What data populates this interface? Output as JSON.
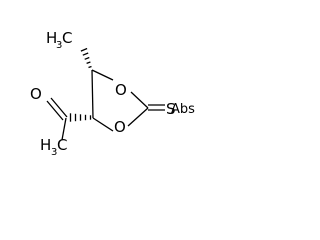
{
  "structure": {
    "atoms": {
      "methyl_h": "H",
      "methyl_c": "C",
      "methyl_sub": "3",
      "ring_o_top": "O",
      "ring_o_bottom": "O",
      "thione_s": "S",
      "carbonyl_o": "O",
      "acetyl_h": "H",
      "acetyl_c": "C",
      "acetyl_sub": "3",
      "abs_label": "Abs"
    },
    "colors": {
      "stroke": "#000000",
      "background": "#ffffff"
    }
  }
}
